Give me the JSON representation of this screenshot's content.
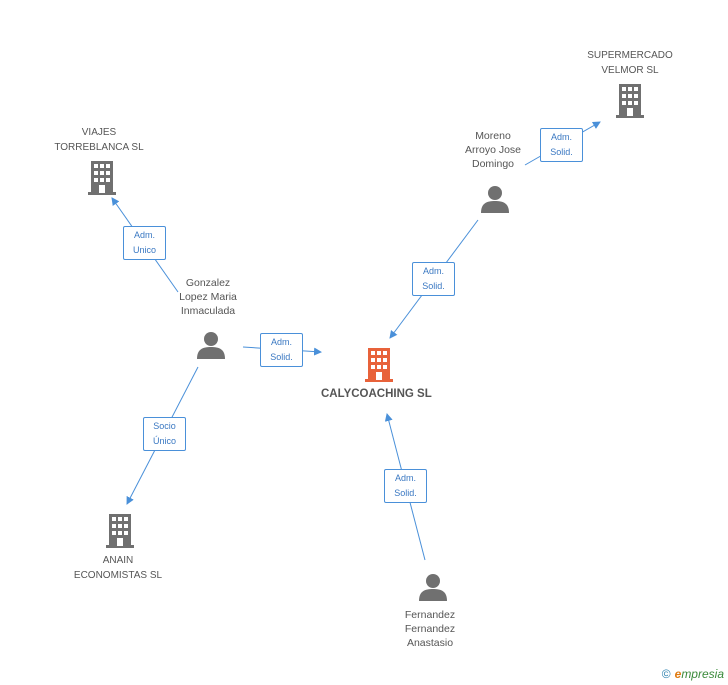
{
  "main_company": {
    "name": "CALYCOACHING SL",
    "color": "#e8623a"
  },
  "companies": {
    "supermercado": "SUPERMERCADO\nVELMOR SL",
    "viajes": "VIAJES\nTORREBLANCA SL",
    "anain": "ANAIN\nECONOMISTAS SL"
  },
  "persons": {
    "moreno": "Moreno\nArroyo Jose\nDomingo",
    "gonzalez": "Gonzalez\nLopez Maria\nInmaculada",
    "fernandez": "Fernandez\nFernandez\nAnastasio"
  },
  "relations": {
    "moreno_supermercado": "Adm.\nSolid.",
    "moreno_main": "Adm.\nSolid.",
    "gonzalez_viajes": "Adm.\nUnico",
    "gonzalez_main": "Adm.\nSolid.",
    "gonzalez_anain": "Socio\nÚnico",
    "fernandez_main": "Adm.\nSolid."
  },
  "footer": {
    "copyright": "©",
    "brand_initial": "e",
    "brand_rest": "mpresia"
  },
  "colors": {
    "edge": "#4a90d9",
    "icon": "#707070",
    "main_icon": "#e8623a"
  }
}
